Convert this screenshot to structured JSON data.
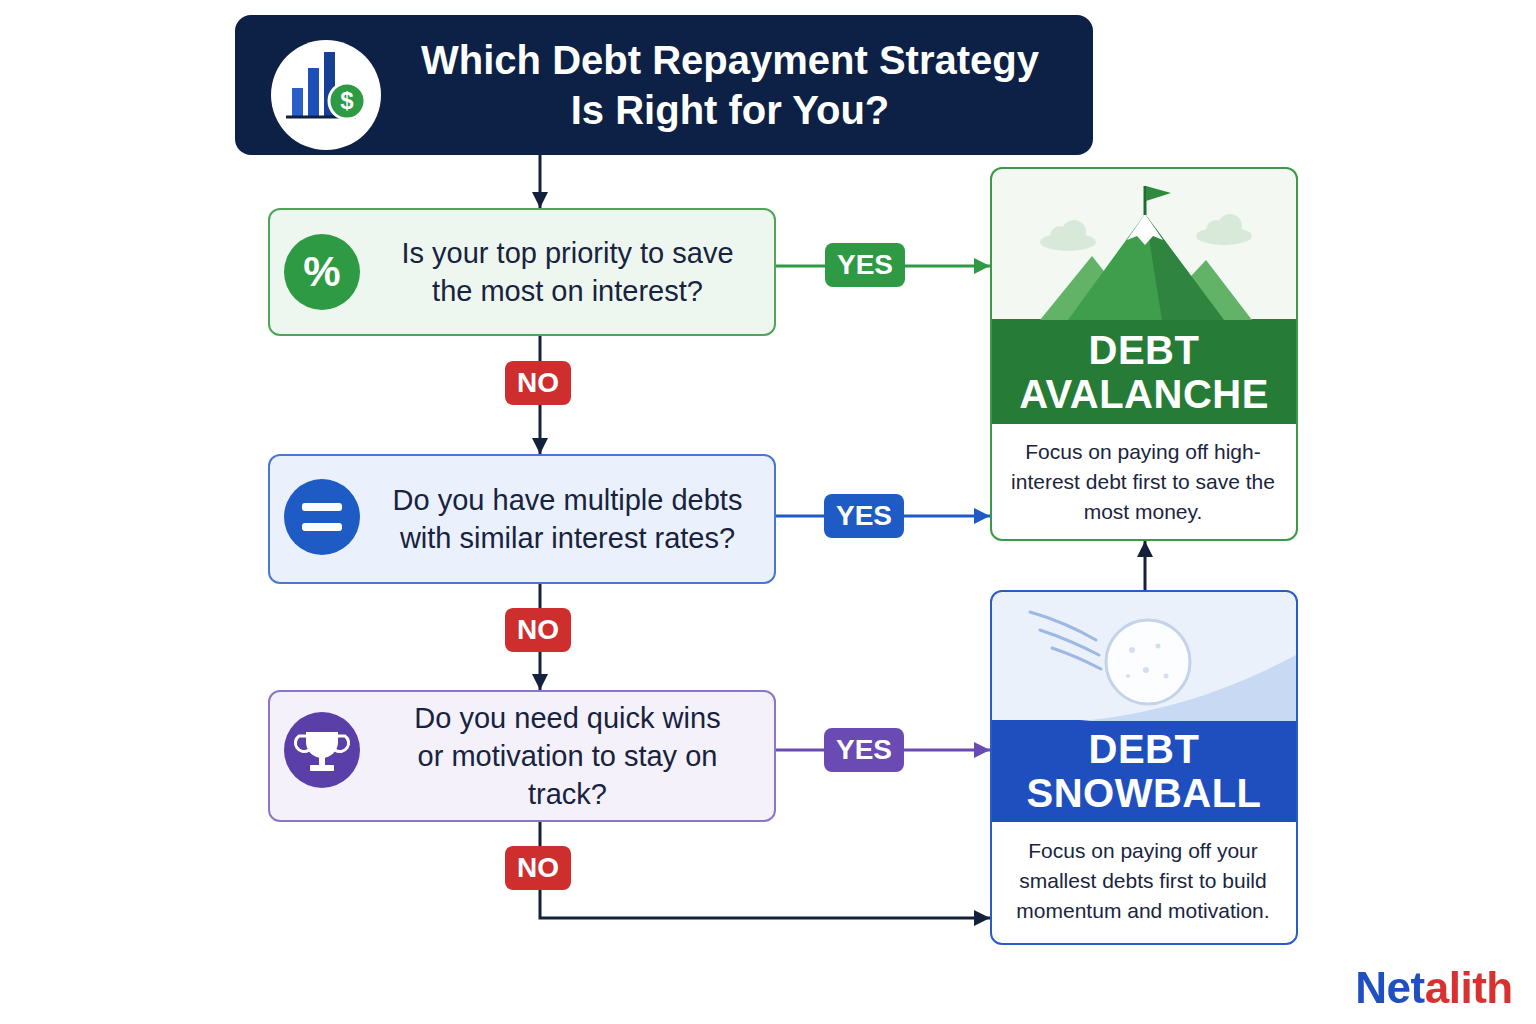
{
  "diagram": {
    "nodes": [
      {
        "text": [
          "Which Debt Repayment Strategy Is Right for You?"
        ]
      },
      {
        "text": [
          "Is your top priority to save the most on interest?"
        ]
      },
      {
        "text": [
          "Do you have multiple debts with similar interest rates?"
        ]
      },
      {
        "text": [
          "Do you need quick wins or motivation to stay on track?"
        ]
      },
      {
        "text": [
          "DEBT AVALANCHE",
          "Focus on paying off high-interest debt first to save the most money."
        ]
      },
      {
        "text": [
          "DEBT SNOWBALL",
          "Focus on paying off your smallest debts first to build momentum and motivation."
        ]
      }
    ],
    "edges": [
      {
        "from": 0,
        "to": 1,
        "arrow": "to"
      },
      {
        "from": 1,
        "to": 4,
        "label": "YES",
        "arrow": "to"
      },
      {
        "from": 1,
        "to": 2,
        "label": "NO",
        "arrow": "to"
      },
      {
        "from": 2,
        "to": 4,
        "label": "YES",
        "arrow": "to"
      },
      {
        "from": 2,
        "to": 3,
        "label": "NO",
        "arrow": "to"
      },
      {
        "from": 3,
        "to": 5,
        "label": "YES",
        "arrow": "to"
      },
      {
        "from": 3,
        "to": 5,
        "label": "NO",
        "arrow": "to"
      },
      {
        "from": 5,
        "to": 4,
        "arrow": "to"
      }
    ],
    "labels": [
      "$",
      "%",
      "Netalith"
    ]
  }
}
